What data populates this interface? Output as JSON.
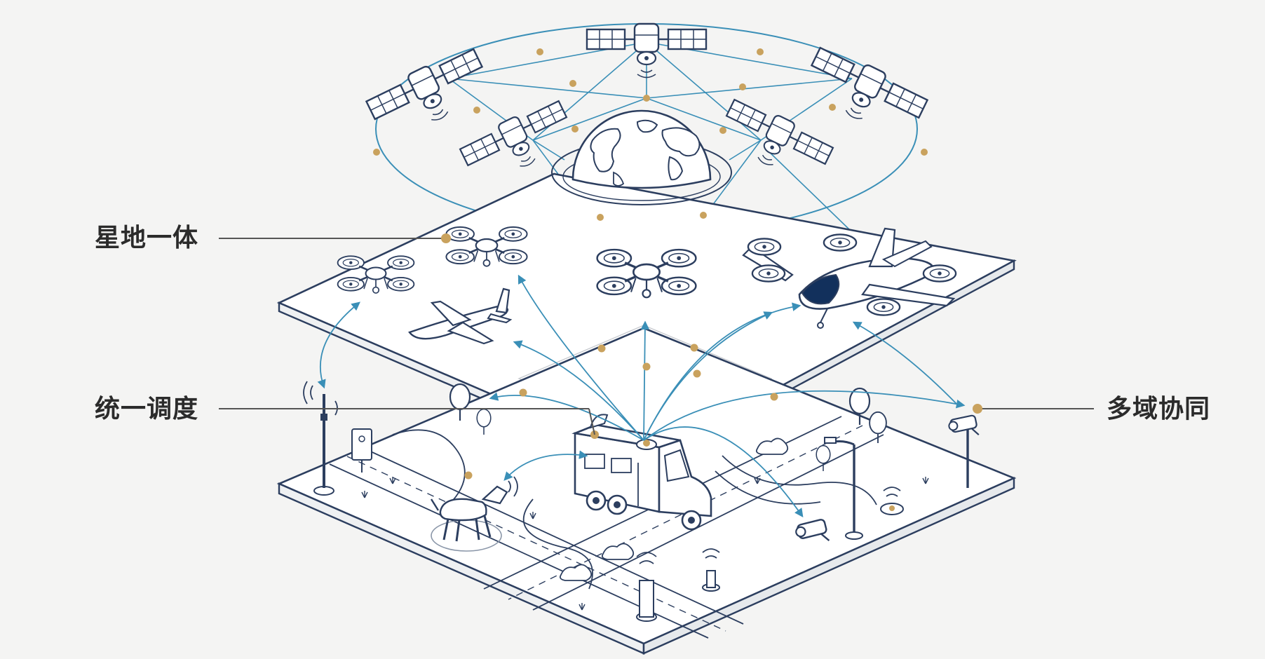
{
  "labels": {
    "left_top": "星地一体",
    "left_mid": "统一调度",
    "right_mid": "多域协同"
  },
  "colors": {
    "background": "#f4f4f3",
    "line_dark": "#2c3e5f",
    "link_blue": "#3a8fb7",
    "node_gold": "#c9a25e",
    "accent_navy": "#12305c",
    "callout": "#555555"
  },
  "icons": [
    "satellite-icon",
    "globe-icon",
    "quadcopter-drone-icon",
    "airplane-icon",
    "evtol-aircraft-icon",
    "command-vehicle-icon",
    "robot-dog-icon",
    "cctv-camera-icon",
    "street-lamp-icon",
    "sensor-pole-icon",
    "tree-icon"
  ]
}
